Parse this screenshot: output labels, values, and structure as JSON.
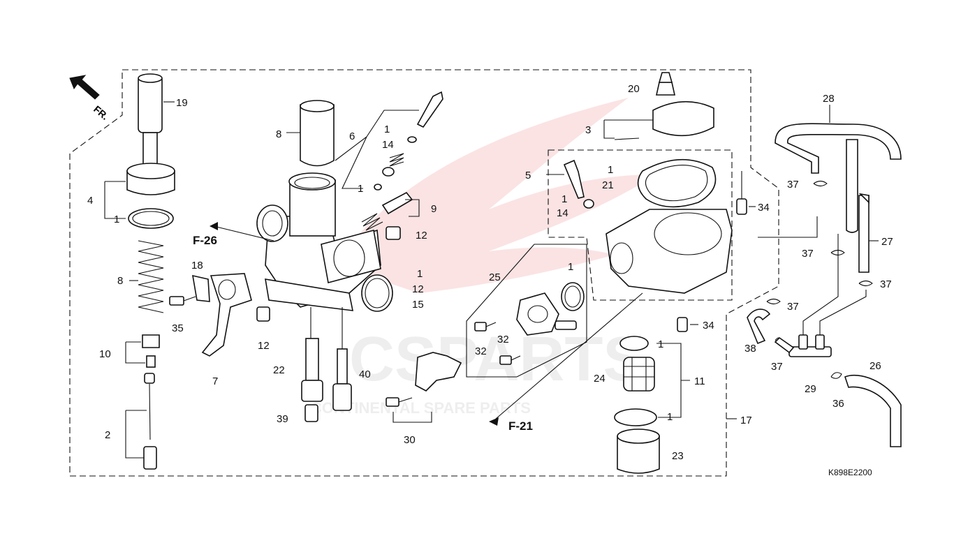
{
  "diagram": {
    "drawing_code": "K898E2200",
    "direction_label": "FR.",
    "watermark": {
      "brand": "CSPARTS",
      "tagline": "CONTINENTAL SPARE PARTS"
    },
    "refs": [
      {
        "id": "f26",
        "text": "F-26"
      },
      {
        "id": "f21",
        "text": "F-21"
      }
    ],
    "callouts": [
      {
        "id": "c19",
        "text": "19"
      },
      {
        "id": "c4",
        "text": "4"
      },
      {
        "id": "c1a",
        "text": "1"
      },
      {
        "id": "c8a",
        "text": "8"
      },
      {
        "id": "c10",
        "text": "10"
      },
      {
        "id": "c2",
        "text": "2"
      },
      {
        "id": "c8b",
        "text": "8"
      },
      {
        "id": "c6",
        "text": "6"
      },
      {
        "id": "c1b",
        "text": "1"
      },
      {
        "id": "c14a",
        "text": "14"
      },
      {
        "id": "c1c",
        "text": "1"
      },
      {
        "id": "c9",
        "text": "9"
      },
      {
        "id": "c12a",
        "text": "12"
      },
      {
        "id": "c1d",
        "text": "1"
      },
      {
        "id": "c12b",
        "text": "12"
      },
      {
        "id": "c15",
        "text": "15"
      },
      {
        "id": "c18",
        "text": "18"
      },
      {
        "id": "c35",
        "text": "35"
      },
      {
        "id": "c12c",
        "text": "12"
      },
      {
        "id": "c7",
        "text": "7"
      },
      {
        "id": "c22",
        "text": "22"
      },
      {
        "id": "c40",
        "text": "40"
      },
      {
        "id": "c39",
        "text": "39"
      },
      {
        "id": "c20",
        "text": "20"
      },
      {
        "id": "c3",
        "text": "3"
      },
      {
        "id": "c5",
        "text": "5"
      },
      {
        "id": "c1e",
        "text": "1"
      },
      {
        "id": "c21",
        "text": "21"
      },
      {
        "id": "c1f",
        "text": "1"
      },
      {
        "id": "c14b",
        "text": "14"
      },
      {
        "id": "c34a",
        "text": "34"
      },
      {
        "id": "c25",
        "text": "25"
      },
      {
        "id": "c1g",
        "text": "1"
      },
      {
        "id": "c32a",
        "text": "32"
      },
      {
        "id": "c32b",
        "text": "32"
      },
      {
        "id": "c30",
        "text": "30"
      },
      {
        "id": "c34b",
        "text": "34"
      },
      {
        "id": "c1h",
        "text": "1"
      },
      {
        "id": "c11",
        "text": "11"
      },
      {
        "id": "c24",
        "text": "24"
      },
      {
        "id": "c1i",
        "text": "1"
      },
      {
        "id": "c23",
        "text": "23"
      },
      {
        "id": "c17",
        "text": "17"
      },
      {
        "id": "c28",
        "text": "28"
      },
      {
        "id": "c37a",
        "text": "37"
      },
      {
        "id": "c37b",
        "text": "37"
      },
      {
        "id": "c27",
        "text": "27"
      },
      {
        "id": "c37c",
        "text": "37"
      },
      {
        "id": "c37d",
        "text": "37"
      },
      {
        "id": "c38",
        "text": "38"
      },
      {
        "id": "c37e",
        "text": "37"
      },
      {
        "id": "c29",
        "text": "29"
      },
      {
        "id": "c36",
        "text": "36"
      },
      {
        "id": "c26",
        "text": "26"
      }
    ]
  }
}
